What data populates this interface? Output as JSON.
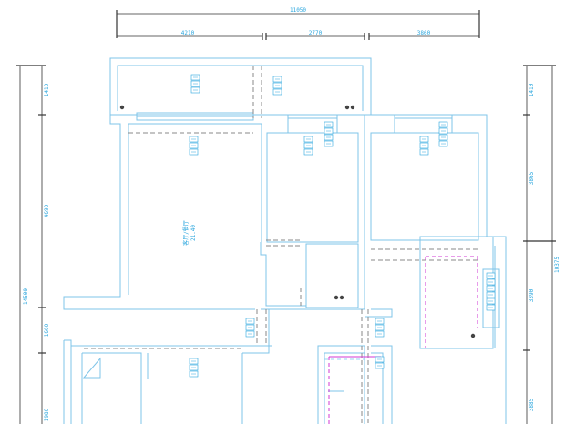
{
  "dimensions": {
    "top_total": "11050",
    "top_segments": [
      "4210",
      "2770",
      "3860"
    ],
    "left_segments": [
      "1410",
      "4690",
      "1660",
      "1980"
    ],
    "left_total": "14500",
    "right_segments": [
      "1410",
      "3865",
      "3390",
      "3885"
    ],
    "right_total": "10375"
  },
  "room_label": {
    "name": "客厅/餐厅",
    "area": "21.40"
  },
  "colors": {
    "wall": "#7fc4e8",
    "dimension_text": "#2aa6de",
    "dimension_line": "#333333",
    "dashed": "#888888",
    "magenta": "#d23ad6"
  }
}
